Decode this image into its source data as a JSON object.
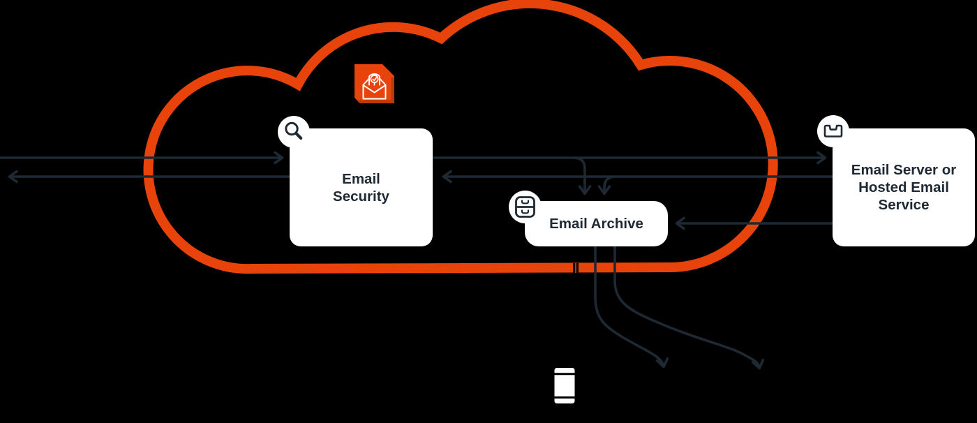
{
  "palette": {
    "background": "#000000",
    "cloud_outline": "#E8430B",
    "cloud_shading": "#BC3A06",
    "connector": "#1E2933",
    "node_bg": "#FFFFFF",
    "node_text": "#1E2933"
  },
  "nodes": {
    "security": {
      "label": "Email Security",
      "icon": "magnifier-icon"
    },
    "archive": {
      "label": "Email Archive",
      "icon": "archive-drawers-icon"
    },
    "server": {
      "label": "Email Server or Hosted Email Service",
      "icon": "inbox-tray-icon"
    }
  },
  "icons": [
    "email-scan-badge-icon",
    "magnifier-icon",
    "archive-drawers-icon",
    "inbox-tray-icon",
    "mobile-device-icon"
  ],
  "connectors": [
    "inbound-mail-to-security",
    "outbound-mail-from-security",
    "security-to-server",
    "security-branch-to-archive",
    "server-to-security",
    "server-branch-to-archive",
    "server-to-archive",
    "archive-export-left",
    "archive-export-right"
  ]
}
